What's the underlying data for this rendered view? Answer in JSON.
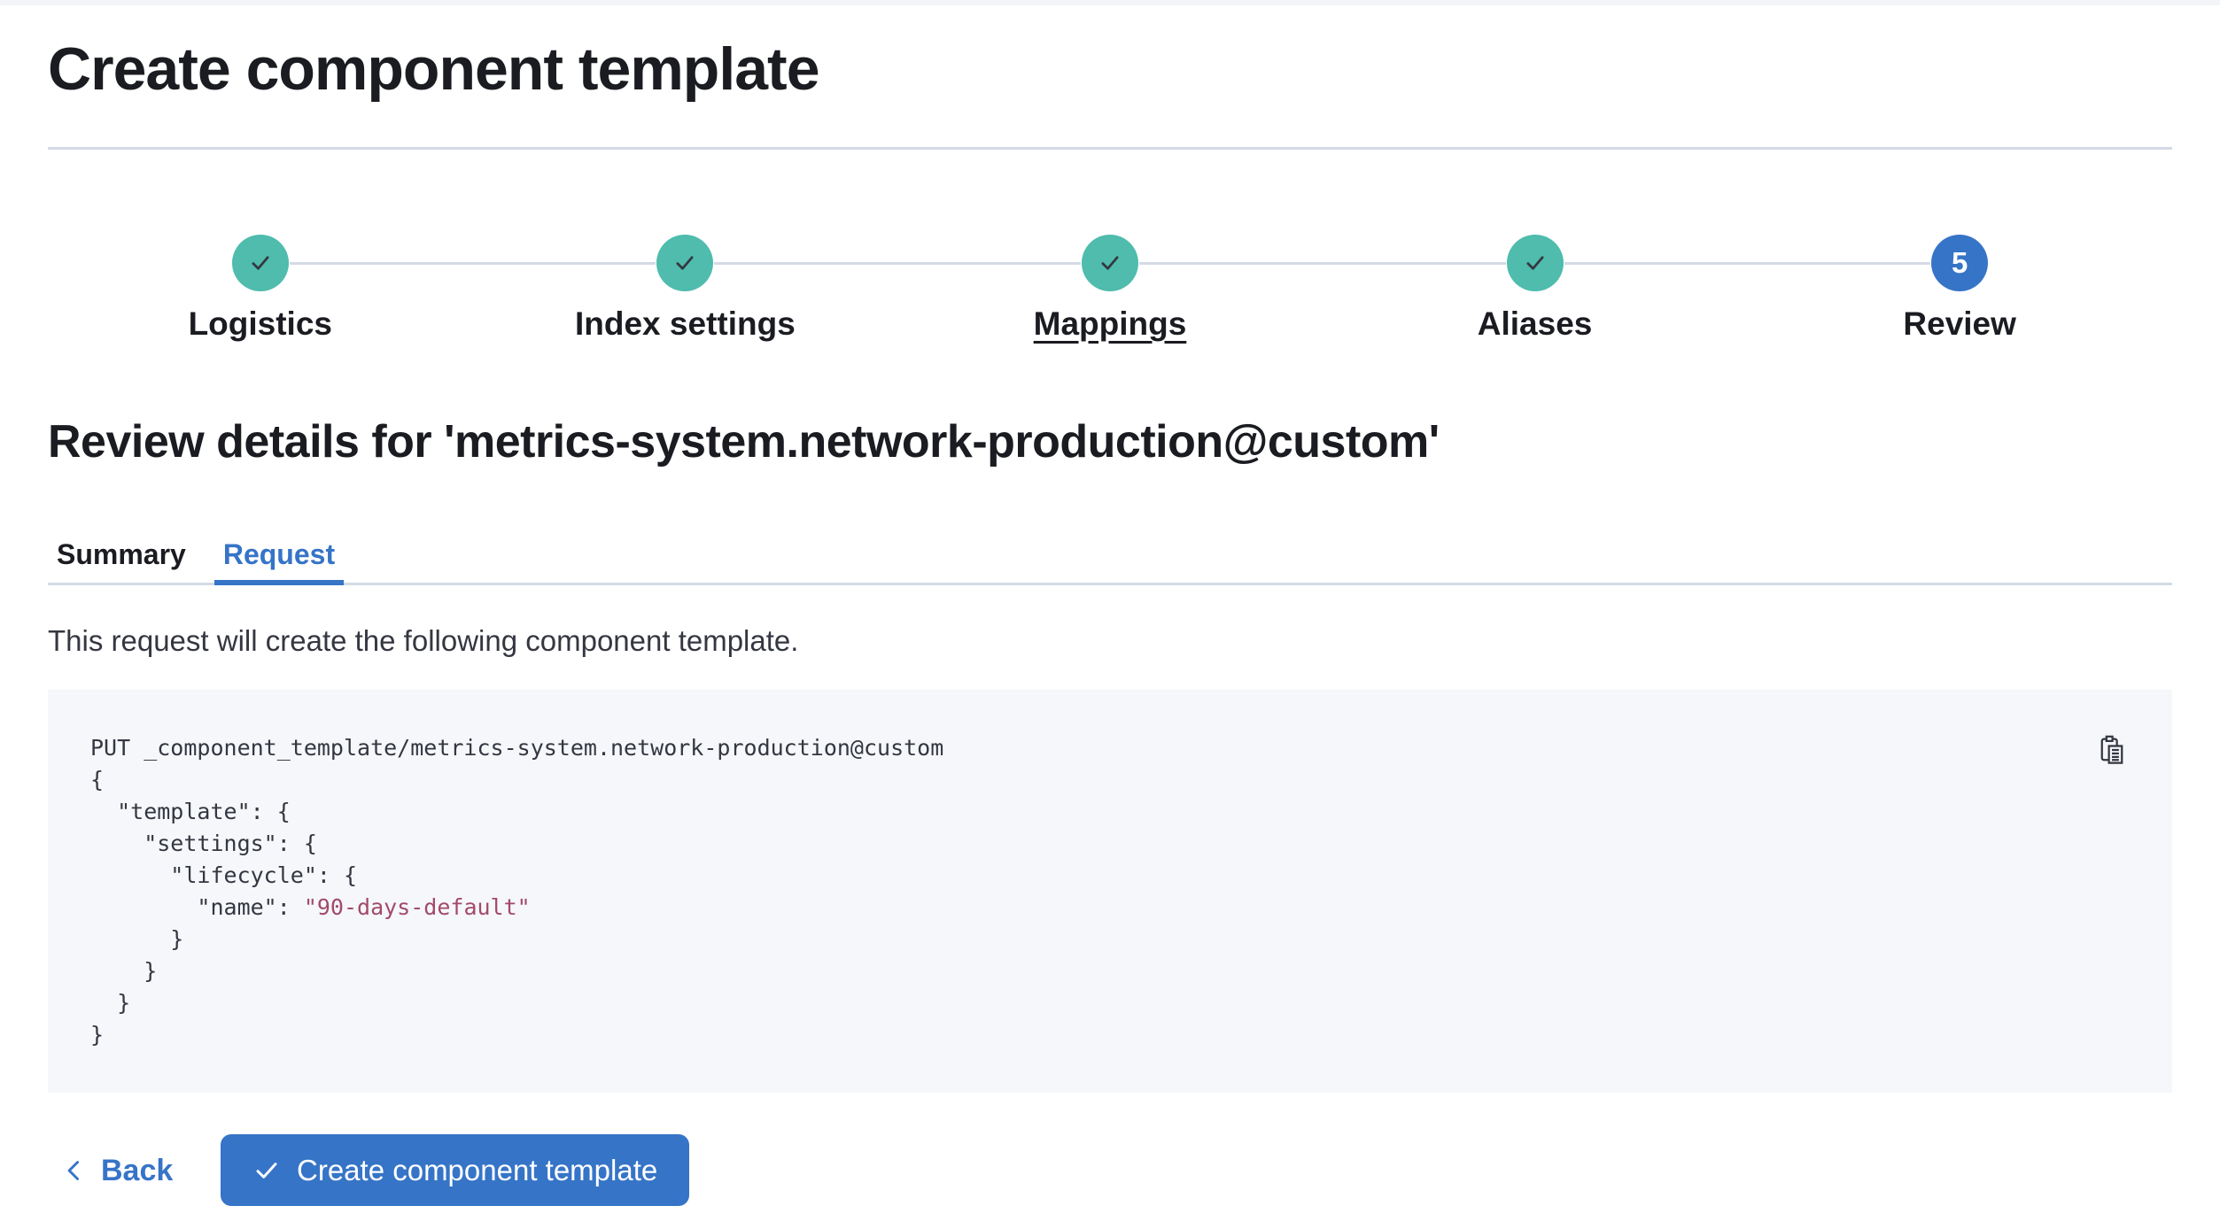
{
  "page": {
    "title": "Create component template"
  },
  "stepper": {
    "steps": [
      {
        "label": "Logistics",
        "status": "complete",
        "underlined": false
      },
      {
        "label": "Index settings",
        "status": "complete",
        "underlined": false
      },
      {
        "label": "Mappings",
        "status": "complete",
        "underlined": true
      },
      {
        "label": "Aliases",
        "status": "complete",
        "underlined": false
      },
      {
        "label": "Review",
        "status": "current",
        "underlined": false,
        "number": "5"
      }
    ]
  },
  "review": {
    "heading": "Review details for 'metrics-system.network-production@custom'",
    "tabs": [
      {
        "label": "Summary",
        "active": false
      },
      {
        "label": "Request",
        "active": true
      }
    ],
    "description": "This request will create the following component template."
  },
  "code_block": {
    "lines": [
      "PUT _component_template/metrics-system.network-production@custom",
      "{",
      "  \"template\": {",
      "    \"settings\": {",
      "      \"lifecycle\": {",
      "        \"name\": \"90-days-default\"",
      "      }",
      "    }",
      "  }",
      "}"
    ],
    "copy_icon": "copy-clipboard-icon"
  },
  "footer": {
    "back_label": "Back",
    "submit_label": "Create component template"
  },
  "colors": {
    "primary": "#3674c7",
    "success_teal": "#4fbcad",
    "divider": "#d3dae6",
    "code_background": "#f5f7fa",
    "code_text": "#343741",
    "code_string": "#a34a68",
    "heading_text": "#1a1c21"
  }
}
